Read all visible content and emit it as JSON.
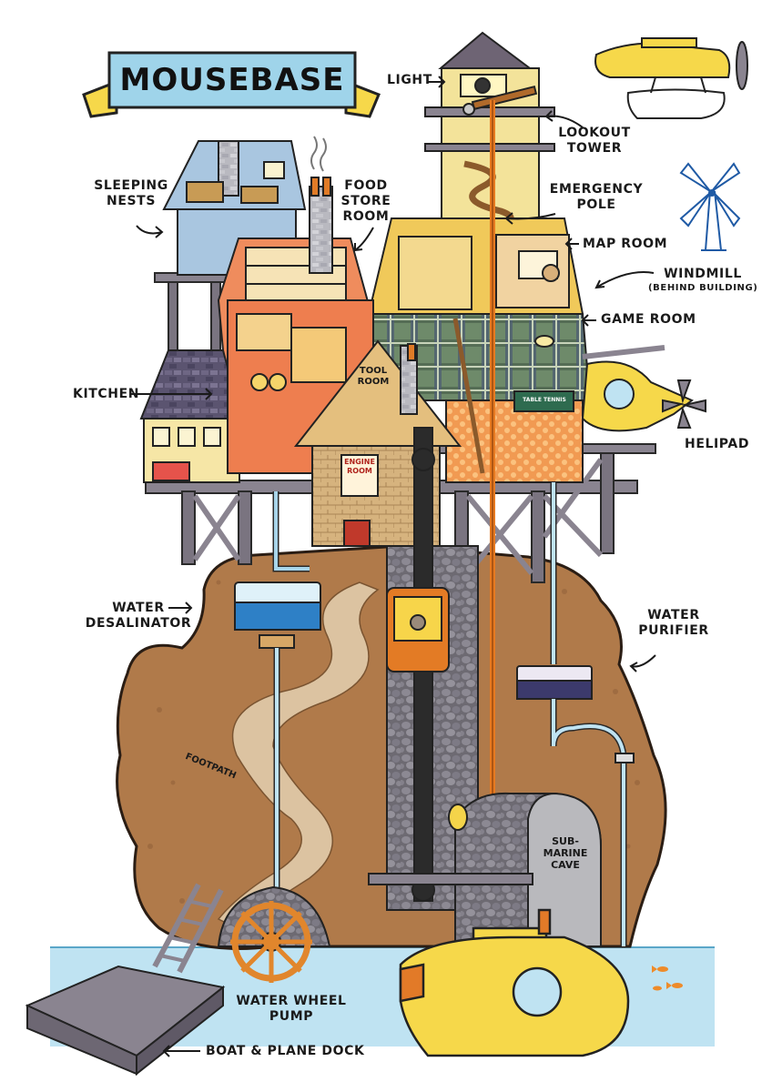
{
  "title": "MOUSEBASE",
  "labels": {
    "light": "Light",
    "lookout_1": "Lookout",
    "lookout_2": "Tower",
    "sleeping_1": "Sleeping",
    "sleeping_2": "Nests",
    "food_1": "Food",
    "food_2": "Store",
    "food_3": "Room",
    "emergency_1": "Emergency",
    "emergency_2": "Pole",
    "map_room": "Map Room",
    "windmill": "Windmill",
    "windmill_note": "(behind building)",
    "game_room": "Game Room",
    "kitchen": "Kitchen",
    "tool_1": "Tool",
    "tool_2": "Room",
    "table_tennis": "Table Tennis",
    "engine_1": "Engine",
    "engine_2": "Room",
    "helipad": "Helipad",
    "water_des_1": "Water",
    "water_des_2": "Desalinator",
    "water_pur_1": "Water",
    "water_pur_2": "Purifier",
    "footpath": "Footpath",
    "sub_1": "Sub-",
    "sub_2": "marine",
    "sub_3": "Cave",
    "wheel_1": "Water Wheel",
    "wheel_2": "Pump",
    "dock": "Boat & Plane Dock"
  },
  "colors": {
    "rock": "#b07a4a",
    "path": "#dcc3a1",
    "sea": "#bfe3f2",
    "yellow": "#f6dc3a",
    "banner": "#9fd4ea",
    "wood": "#8a8490",
    "tower": "#f3e39a",
    "orange": "#f08a52",
    "roof": "#4b4558",
    "pole": "#e77a20"
  },
  "icons": [
    "seaplane-icon",
    "windmill-icon",
    "helicopter-icon",
    "submarine-icon",
    "waterwheel-icon",
    "ladder-icon",
    "lift-car-icon",
    "mouse-icon",
    "fish-icon"
  ]
}
